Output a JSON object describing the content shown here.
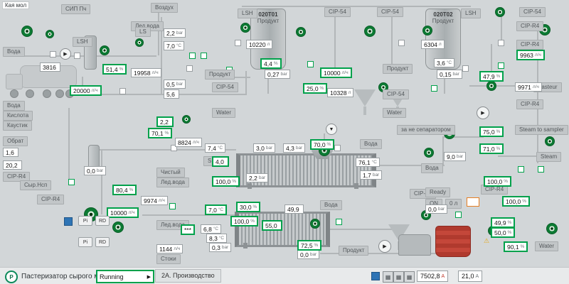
{
  "header": {
    "plant": "Кая мол"
  },
  "labels": {
    "sip_pch": "СИП Пч",
    "vozduh": "Воздух",
    "led_voda": "Лед.вода",
    "voda": "Вода",
    "produkt": "Продукт",
    "water": "Water",
    "cip54": "CIP-54",
    "cipr4": "CIP-R4",
    "steam": "Steam",
    "steam_sampler": "Steam to sampler",
    "pasteur": "Pasteur",
    "obrat": "Обрат",
    "kislota": "Кислота",
    "kaustik": "Каустик",
    "syr": "Сыр.Нсп",
    "chisty": "Чистый",
    "stoki": "Стоки",
    "separator": "за не сепаратором",
    "lsh": "LSH",
    "ls": "LS",
    "sp": "SP",
    "ready": "Ready",
    "on": "ON",
    "zero_l": "0 л"
  },
  "buttons": {
    "pi": "Pi",
    "rd": "RD"
  },
  "icons": {
    "pump": "▶",
    "pump_down": "▼",
    "warning": "⚠",
    "grid": "▦",
    "play": "▶"
  },
  "tanks": [
    {
      "id": "020Т01",
      "product": "Продукт",
      "level": "10220",
      "unit": "л"
    },
    {
      "id": "020Т02",
      "product": "Продукт",
      "level": "6304",
      "unit": "л"
    }
  ],
  "r": {
    "truck_qty": {
      "v": "3816",
      "u": ""
    },
    "flow_in": {
      "v": "19958",
      "u": "л/ч"
    },
    "p05": {
      "v": "0,5",
      "u": "bar"
    },
    "t56": {
      "v": "5,6",
      "u": ""
    },
    "p22a": {
      "v": "2,2",
      "u": "bar"
    },
    "t70a": {
      "v": "7,0",
      "u": "°C"
    },
    "p027": {
      "v": "0,27",
      "u": "bar"
    },
    "vol2": {
      "v": "10328",
      "u": "л"
    },
    "t36": {
      "v": "3,6",
      "u": "°C"
    },
    "p015": {
      "v": "0,15",
      "u": "bar"
    },
    "flow_r2": {
      "v": "9971",
      "u": "л/ч"
    },
    "flow_m": {
      "v": "8824",
      "u": "л/ч"
    },
    "t74": {
      "v": "7,4",
      "u": "°C"
    },
    "p30": {
      "v": "3,0",
      "u": "bar"
    },
    "p43": {
      "v": "4,3",
      "u": "bar"
    },
    "t761": {
      "v": "76,1",
      "u": "°C"
    },
    "p17": {
      "v": "1,7",
      "u": "bar"
    },
    "p90": {
      "v": "9,0",
      "u": "bar"
    },
    "v16": {
      "v": "1,6",
      "u": ""
    },
    "v202": {
      "v": "20,2",
      "u": ""
    },
    "p00a": {
      "v": "0,0",
      "u": "bar"
    },
    "flow_l": {
      "v": "9974",
      "u": "л/ч"
    },
    "v499": {
      "v": "49,9",
      "u": ""
    },
    "t68": {
      "v": "6,8",
      "u": "°C"
    },
    "t83": {
      "v": "8,3",
      "u": "°C"
    },
    "p03": {
      "v": "0,3",
      "u": "bar"
    },
    "flow_s": {
      "v": "1144",
      "u": "л/ч"
    },
    "p00b": {
      "v": "0,0",
      "u": "bar"
    },
    "p00c": {
      "v": "0,0",
      "u": "bar"
    },
    "p22b": {
      "v": "2,2",
      "u": "bar"
    },
    "stars": {
      "v": "***",
      "u": ""
    }
  },
  "g": {
    "pct514": {
      "v": "51,4",
      "u": "%"
    },
    "sp20000": {
      "v": "20000",
      "u": "л/ч"
    },
    "sp10000a": {
      "v": "10000",
      "u": "л/ч"
    },
    "pct250": {
      "v": "25,0",
      "u": "%"
    },
    "pct44": {
      "v": "4,4",
      "u": "%"
    },
    "pct479": {
      "v": "47,9",
      "u": "%"
    },
    "flow9963": {
      "v": "9963",
      "u": "л/ч"
    },
    "pct701": {
      "v": "70,1",
      "u": "%"
    },
    "sp22": {
      "v": "2,2",
      "u": ""
    },
    "pct700": {
      "v": "70,0",
      "u": "%"
    },
    "sp40": {
      "v": "4,0",
      "u": ""
    },
    "pct100a": {
      "v": "100,0",
      "u": "%"
    },
    "pct100b": {
      "v": "100,0",
      "u": "%"
    },
    "pct100c": {
      "v": "100,0",
      "u": "%"
    },
    "pct100d": {
      "v": "100,0",
      "u": "%"
    },
    "pct804": {
      "v": "80,4",
      "u": "%"
    },
    "sp10000b": {
      "v": "10000",
      "u": "л/ч"
    },
    "spt70": {
      "v": "7,0",
      "u": "°C"
    },
    "pct300": {
      "v": "30,0",
      "u": "%"
    },
    "sp550": {
      "v": "55,0",
      "u": ""
    },
    "pct725": {
      "v": "72,5",
      "u": "%"
    },
    "pct750": {
      "v": "75,0",
      "u": "%"
    },
    "pct710": {
      "v": "71,0",
      "u": "%"
    },
    "pct499": {
      "v": "49,9",
      "u": "%"
    },
    "sp500": {
      "v": "50,0",
      "u": "%"
    },
    "pct901": {
      "v": "90,1",
      "u": "%"
    }
  },
  "statusbar": {
    "unit_letter": "P",
    "unit_name": "Пастеризатор сырого молока",
    "state": "Running",
    "tab": "2А. Производство",
    "meter1": "7502,8",
    "meter1_unit": "А",
    "meter2": "21,0",
    "meter2_unit": "А"
  }
}
